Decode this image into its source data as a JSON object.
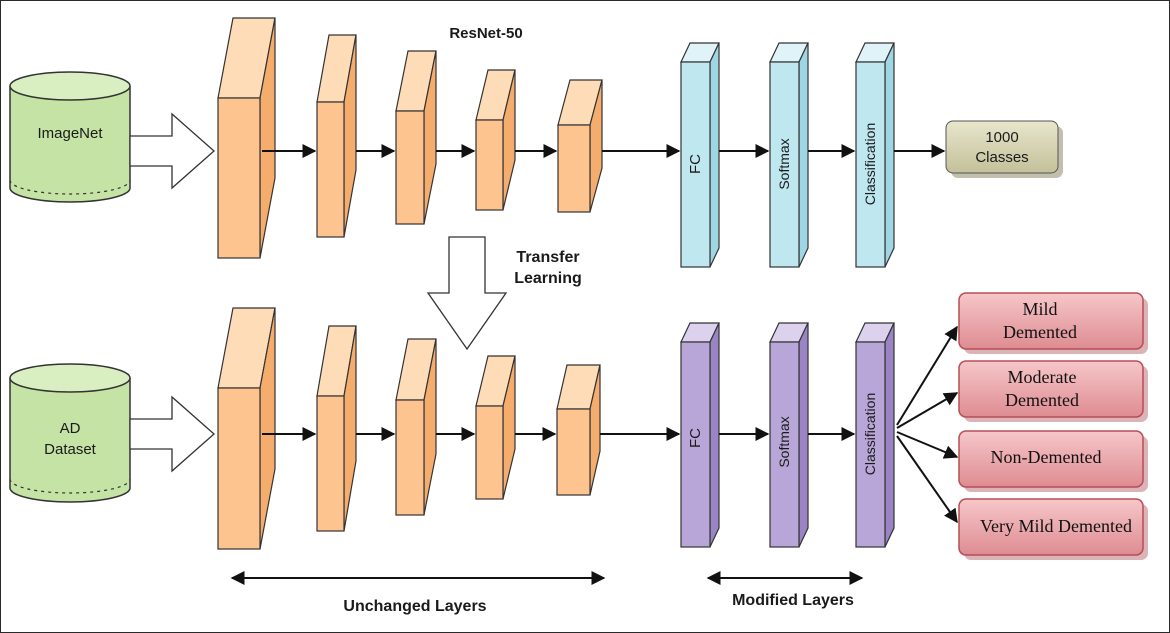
{
  "title": "ResNet-50",
  "transfer_label": [
    "Transfer",
    "Learning"
  ],
  "source_dataset": "ImageNet",
  "target_dataset": [
    "AD",
    "Dataset"
  ],
  "head_layers": [
    "FC",
    "Softmax",
    "Classification"
  ],
  "source_output": [
    "1000",
    "Classes"
  ],
  "target_outputs": [
    [
      "Mild",
      "Demented"
    ],
    [
      "Moderate",
      "Demented"
    ],
    [
      "Non-Demented"
    ],
    [
      "Very Mild Demented"
    ]
  ],
  "unchanged_label": "Unchanged Layers",
  "modified_label": "Modified Layers",
  "colors": {
    "conv": "#fdc48f",
    "conv_side": "#f4ad6c",
    "conv_top": "#fedcb8",
    "head_top_row": "#bfe7f0",
    "head_bottom_row": "#b9a6d8",
    "dataset": "#c5e3a4",
    "source_output": "#d2d0ae",
    "target_output": "#e69aa0"
  }
}
